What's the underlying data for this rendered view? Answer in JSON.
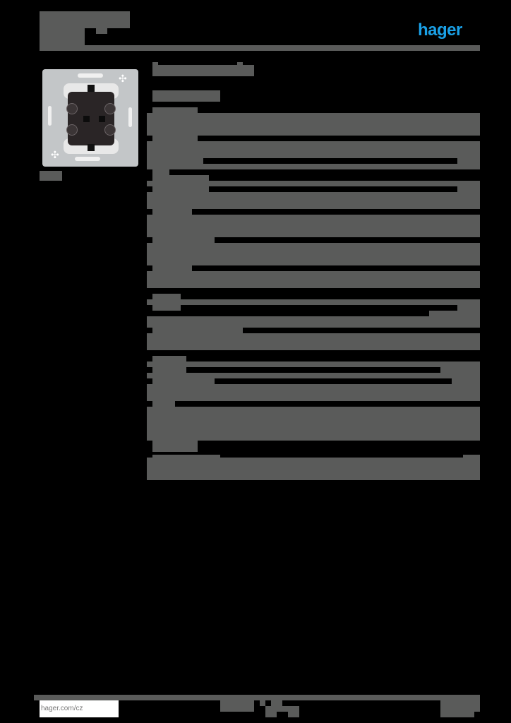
{
  "header": {
    "brand_logo": "hager",
    "brand_color": "#1aa0e6",
    "title_redacted": true
  },
  "product": {
    "image_alt": "switch insert mechanism",
    "caption_redacted": true
  },
  "content": {
    "heading_redacted": true,
    "subheading_redacted": true,
    "sections_redacted_count": 5
  },
  "footer": {
    "website": "hager.com/cz",
    "center_redacted": true,
    "page_info_redacted": true
  },
  "colors": {
    "background": "#000000",
    "redaction": "#5a5b5a",
    "accent": "#1aa0e6"
  }
}
